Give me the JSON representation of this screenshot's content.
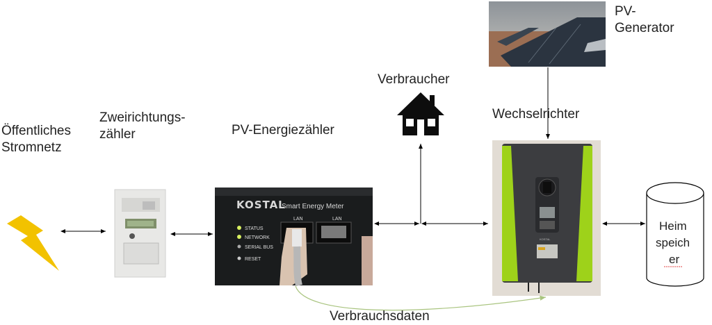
{
  "labels": {
    "grid": "Öffentliches\nStromnetz",
    "bidirectional_meter": "Zweirichtungs-\nzähler",
    "pv_meter": "PV-Energiezähler",
    "consumer": "Verbraucher",
    "inverter": "Wechselrichter",
    "pv_generator": "PV-\nGenerator",
    "consumption_data": "Verbrauchsdaten"
  },
  "storage": {
    "line1": "Heim",
    "line2": "speich",
    "line3": "er"
  },
  "kostal_meter": {
    "brand": "KOSTAL",
    "product": "Smart Energy Meter",
    "port1": "LAN",
    "port2": "LAN",
    "leds": [
      "STATUS",
      "NETWORK",
      "SERIAL BUS",
      "RESET"
    ]
  },
  "inverter_brand": "KOSTAL",
  "colors": {
    "lightning": "#f2c200",
    "inverter_accent": "#9ed21a",
    "data_line": "#a9c47f"
  }
}
